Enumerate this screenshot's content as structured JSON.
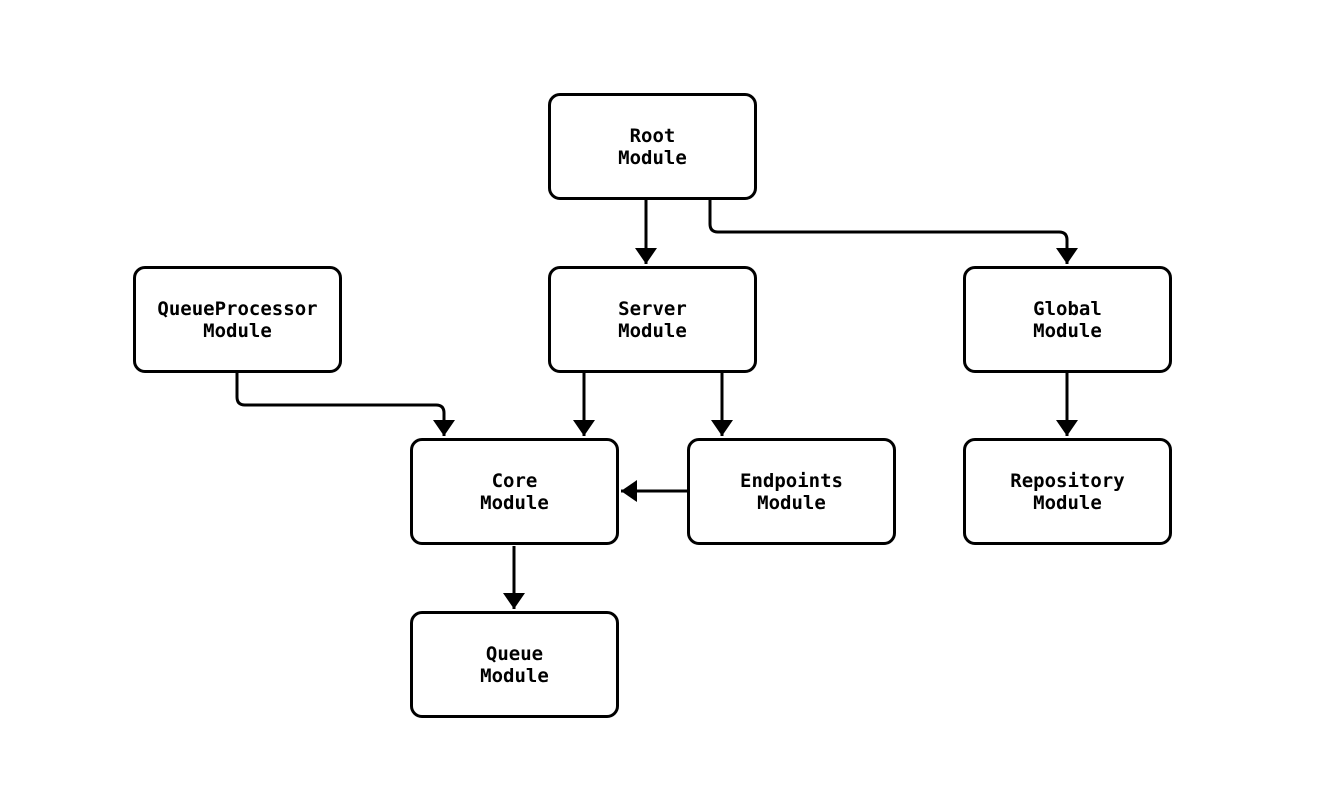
{
  "diagram": {
    "type": "module-dependency-graph",
    "background_color": "#ffffff",
    "node_fill_color": "#ffffff",
    "line_color": "#000000",
    "text_color": "#000000",
    "nodes": {
      "root": {
        "label": "Root\nModule"
      },
      "queue_processor": {
        "label": "QueueProcessor\nModule"
      },
      "server": {
        "label": "Server\nModule"
      },
      "global": {
        "label": "Global\nModule"
      },
      "core": {
        "label": "Core\nModule"
      },
      "endpoints": {
        "label": "Endpoints\nModule"
      },
      "repository": {
        "label": "Repository\nModule"
      },
      "queue": {
        "label": "Queue\nModule"
      }
    },
    "edges": [
      {
        "from": "Root Module",
        "to": "Server Module"
      },
      {
        "from": "Root Module",
        "to": "Global Module"
      },
      {
        "from": "QueueProcessor Module",
        "to": "Core Module"
      },
      {
        "from": "Server Module",
        "to": "Core Module"
      },
      {
        "from": "Server Module",
        "to": "Endpoints Module"
      },
      {
        "from": "Endpoints Module",
        "to": "Core Module"
      },
      {
        "from": "Global Module",
        "to": "Repository Module"
      },
      {
        "from": "Core Module",
        "to": "Queue Module"
      }
    ]
  }
}
